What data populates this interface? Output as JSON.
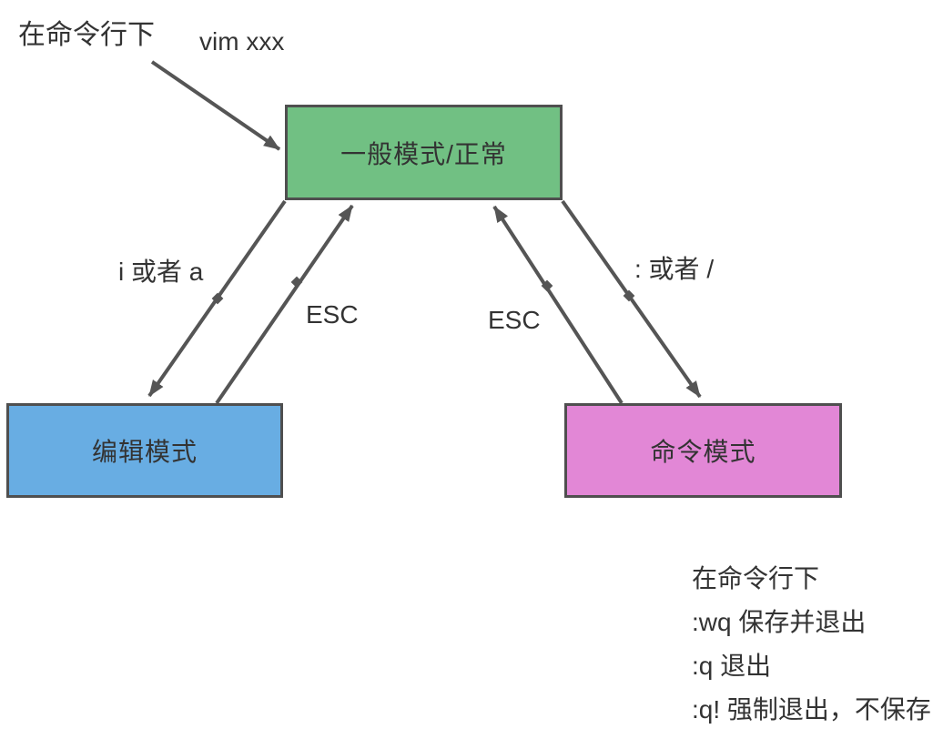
{
  "annotations": {
    "cmdline_top": "在命令行下",
    "vim_command": "vim xxx"
  },
  "nodes": {
    "normal": {
      "label": "一般模式/正常",
      "fill": "#71c083"
    },
    "edit": {
      "label": "编辑模式",
      "fill": "#68ade3"
    },
    "command": {
      "label": "命令模式",
      "fill": "#e287d6"
    }
  },
  "edges": {
    "enter_edit_label": "i 或者 a",
    "exit_edit_label": "ESC",
    "exit_command_label": "ESC",
    "enter_command_label": ": 或者 /"
  },
  "notes": {
    "lines": [
      "在命令行下",
      ":wq 保存并退出",
      ":q 退出",
      ":q! 强制退出，不保存"
    ]
  },
  "colors": {
    "connector": "#555555",
    "node_border": "#4f4f4f",
    "text": "#333333"
  }
}
